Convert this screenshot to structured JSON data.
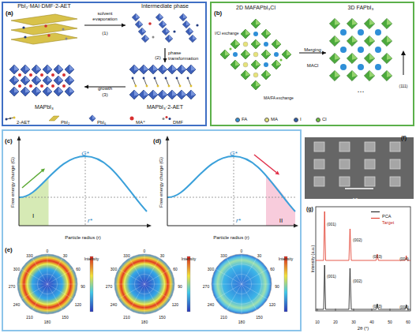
{
  "diagram": {
    "nodes": [
      {
        "text": [
          "(a)"
        ]
      },
      {
        "text": [
          "PbI₂·MAI·DMF·2-AET"
        ],
        "in": 0
      },
      {
        "text": [
          "Intermediate phase"
        ],
        "in": 0
      },
      {
        "text": [
          "MAPbI₃·2-AET"
        ],
        "in": 0
      },
      {
        "text": [
          "MAPbI₃"
        ],
        "in": 0
      },
      {
        "text": [
          "(b)"
        ]
      },
      {
        "text": [
          "2D MAFAPbI₃Cl"
        ],
        "in": 5
      },
      {
        "text": [
          "3D FAPbI₃"
        ],
        "in": 5
      }
    ],
    "edges": [
      {
        "from": 1,
        "to": 2,
        "arrow": "to",
        "label": "(1)"
      },
      {
        "from": 2,
        "to": 3,
        "arrow": "to",
        "label": "(2)"
      },
      {
        "from": 3,
        "to": 4,
        "arrow": "to",
        "label": "(3)"
      },
      {
        "from": 6,
        "to": 7,
        "arrow": "to",
        "label": "Merging"
      }
    ],
    "labels": [
      "solvent evaporation",
      "phase transformation",
      "growth",
      "I/Cl exchange",
      "MA/FA exchange",
      "MACl",
      "(111)",
      "⋯",
      "(c)",
      "Free energy change (G)",
      "Particle radius (r)",
      "G*",
      "r*",
      "I",
      "(d)",
      "Free energy change (G)",
      "Particle radius (r)",
      "G*",
      "r*",
      "II",
      "(e)",
      "0",
      "30",
      "60",
      "90",
      "120",
      "150",
      "180",
      "210",
      "240",
      "270",
      "300",
      "330",
      "0",
      "30",
      "60",
      "90",
      "120",
      "150",
      "180",
      "210",
      "240",
      "270",
      "300",
      "330",
      "0",
      "30",
      "60",
      "90",
      "120",
      "150",
      "180",
      "210",
      "240",
      "270",
      "300",
      "330",
      "Intensity",
      "Intensity",
      "Intensity",
      "(f)",
      "10 μm",
      "(g)",
      "(001)",
      "(002)",
      "(003)",
      "(004)",
      "(001)",
      "(002)",
      "(003)",
      "(004)",
      "Intensity (a.u.)",
      "2θ (°)",
      "10",
      "20",
      "30",
      "40",
      "50",
      "60"
    ],
    "legend": [
      {
        "text": "2-AET"
      },
      {
        "text": "PbI₂"
      },
      {
        "text": "PbI₆"
      },
      {
        "text": "MA⁺"
      },
      {
        "text": "DMF"
      },
      {
        "text": "FA",
        "color": "#2f8fd8"
      },
      {
        "text": "MA",
        "color": "#e6e27a"
      },
      {
        "text": "I",
        "color": "#2c5aa8"
      },
      {
        "text": "Cl",
        "color": "#6cbf3c"
      },
      {
        "text": "PCA"
      },
      {
        "text": "Target"
      }
    ]
  }
}
